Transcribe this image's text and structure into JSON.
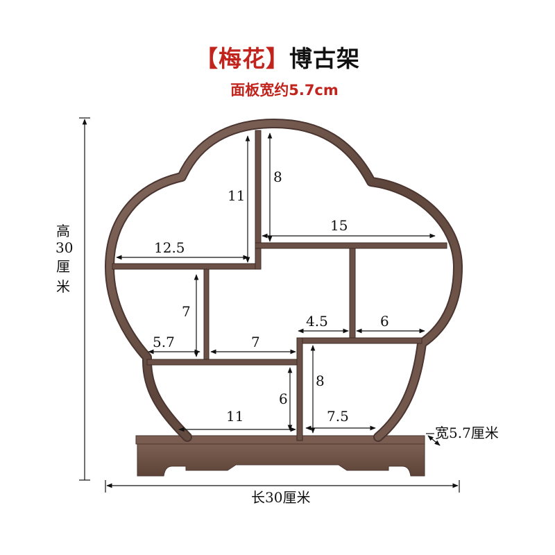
{
  "header": {
    "title_bracket_left": "【",
    "title_accent": "梅花",
    "title_bracket_right": "】",
    "title_main": "博古架",
    "subtitle": "面板宽约5.7cm"
  },
  "colors": {
    "accent_red": "#c0241c",
    "wood_dark": "#5a4238",
    "wood_mid": "#7a6055",
    "wood_light": "#9a8278",
    "base_wood": "#6e5245",
    "line": "#111111"
  },
  "dimensions": {
    "height_label": [
      "高",
      "30",
      "厘",
      "米"
    ],
    "length_label": "长30厘米",
    "width_label": "宽5.7厘米",
    "compartments": {
      "top_left_width": "12.5",
      "top_left_height": "11",
      "top_right_height": "8",
      "top_right_width": "15",
      "mid_left_height": "7",
      "mid_left_width": "5.7",
      "mid_center_width": "7",
      "mid_right_left_width": "4.5",
      "mid_right_width": "6",
      "bottom_left_height": "6",
      "bottom_left_width": "11",
      "bottom_right_height": "8",
      "bottom_right_width": "7.5"
    }
  }
}
